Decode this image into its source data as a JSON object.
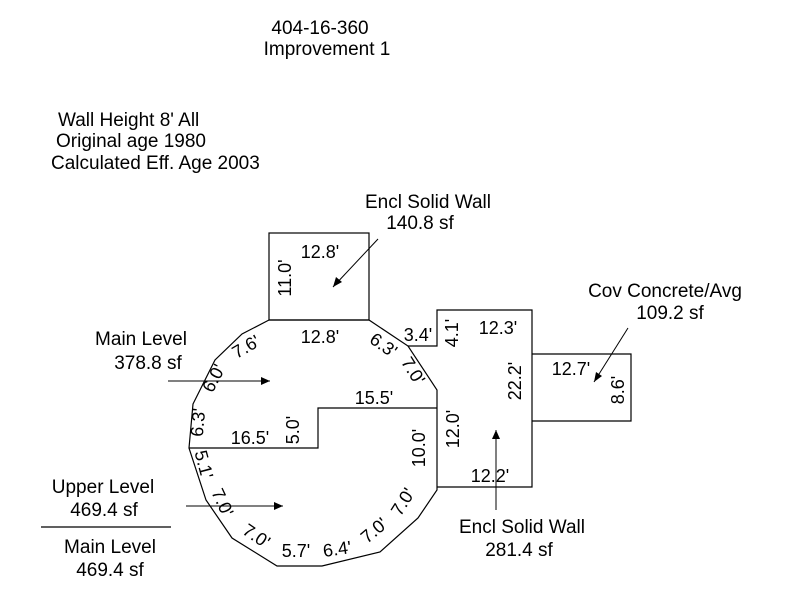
{
  "header": {
    "parcel": "404-16-360",
    "improvement": "Improvement 1"
  },
  "notes": {
    "wall_height": "Wall Height 8' All",
    "original_age": "Original age 1980",
    "effective_age": "Calculated Eff. Age 2003"
  },
  "areas": {
    "encl_top": {
      "name": "Encl Solid Wall",
      "size": "140.8 sf"
    },
    "cov": {
      "name": "Cov Concrete/Avg",
      "size": "109.2 sf"
    },
    "main": {
      "name": "Main Level",
      "size": "378.8 sf"
    },
    "upper": {
      "name": "Upper Level",
      "size": "469.4 sf"
    },
    "upper_main": {
      "name": "Main Level",
      "size": "469.4 sf"
    },
    "encl_right": {
      "name": "Encl Solid Wall",
      "size": "281.4 sf"
    }
  },
  "dims": {
    "top_box_w": "12.8'",
    "top_box_h": "11.0'",
    "top_box_base": "12.8'",
    "d76": "7.6'",
    "d60": "6.0'",
    "d63a": "6.3'",
    "d51": "5.1'",
    "d70a": "7.0'",
    "d70b": "7.0'",
    "d57": "5.7'",
    "d64": "6.4'",
    "d70c": "7.0'",
    "d70d": "7.0'",
    "d63b": "6.3'",
    "d70e": "7.0'",
    "d34": "3.4'",
    "d41": "4.1'",
    "d123": "12.3'",
    "d222": "22.2'",
    "d127": "12.7'",
    "d86": "8.6'",
    "d155": "15.5'",
    "d165": "16.5'",
    "d50": "5.0'",
    "d100": "10.0'",
    "d120": "12.0'",
    "d122": "12.2'"
  }
}
